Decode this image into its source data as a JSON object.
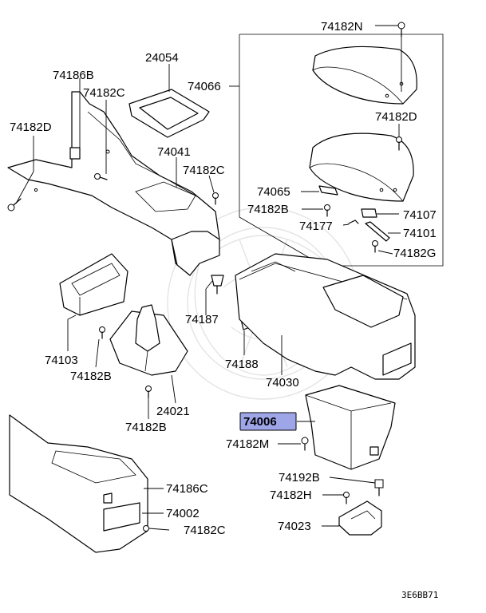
{
  "diagram": {
    "drawing_code": "3E6BB71",
    "highlighted_part": "74006",
    "highlight_color": "#9fa6e8",
    "parts": [
      {
        "id": "p74182N",
        "label": "74182N"
      },
      {
        "id": "p24054",
        "label": "24054"
      },
      {
        "id": "p74186B",
        "label": "74186B"
      },
      {
        "id": "p74182C_a",
        "label": "74182C"
      },
      {
        "id": "p74066",
        "label": "74066"
      },
      {
        "id": "p74182D_a",
        "label": "74182D"
      },
      {
        "id": "p74182D_b",
        "label": "74182D"
      },
      {
        "id": "p74041",
        "label": "74041"
      },
      {
        "id": "p74182C_b",
        "label": "74182C"
      },
      {
        "id": "p74065",
        "label": "74065"
      },
      {
        "id": "p74182B_a",
        "label": "74182B"
      },
      {
        "id": "p74107",
        "label": "74107"
      },
      {
        "id": "p74177",
        "label": "74177"
      },
      {
        "id": "p74101",
        "label": "74101"
      },
      {
        "id": "p74182G",
        "label": "74182G"
      },
      {
        "id": "p74187",
        "label": "74187"
      },
      {
        "id": "p74103",
        "label": "74103"
      },
      {
        "id": "p74188",
        "label": "74188"
      },
      {
        "id": "p74182B_b",
        "label": "74182B"
      },
      {
        "id": "p74030",
        "label": "74030"
      },
      {
        "id": "p24021",
        "label": "24021"
      },
      {
        "id": "p74006",
        "label": "74006"
      },
      {
        "id": "p74182B_c",
        "label": "74182B"
      },
      {
        "id": "p74182M",
        "label": "74182M"
      },
      {
        "id": "p74186C",
        "label": "74186C"
      },
      {
        "id": "p74192B",
        "label": "74192B"
      },
      {
        "id": "p74002",
        "label": "74002"
      },
      {
        "id": "p74182H",
        "label": "74182H"
      },
      {
        "id": "p74182C_c",
        "label": "74182C"
      },
      {
        "id": "p74023",
        "label": "74023"
      }
    ]
  }
}
